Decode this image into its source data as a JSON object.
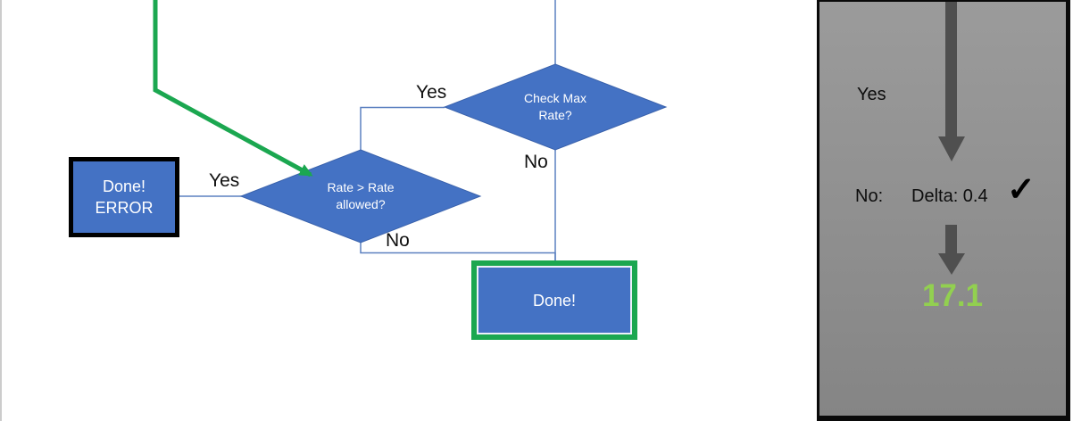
{
  "colors": {
    "accent_blue": "#4472C4",
    "diamond_border": "#3A62AC",
    "connector_blue": "#5B80C0",
    "green": "#1BA750",
    "result_green": "#92D050",
    "arrow_gray": "#4F4F4F",
    "panel_gray_top": "#9B9B9B",
    "panel_gray_bottom": "#858585",
    "black": "#0A0A0A"
  },
  "flowchart": {
    "decision_check_max": {
      "lines": [
        "Check Max",
        "Rate?"
      ]
    },
    "decision_rate": {
      "lines": [
        "Rate > Rate",
        "allowed?"
      ]
    },
    "box_error": {
      "lines": [
        "Done!",
        "ERROR"
      ]
    },
    "box_done": {
      "label": "Done!"
    },
    "labels": {
      "yes_to_error": "Yes",
      "no_from_rate": "No",
      "yes_from_checkmax": "Yes",
      "no_from_checkmax": "No"
    }
  },
  "panel": {
    "yes_label": "Yes",
    "no_label": "No:",
    "delta_text": "Delta: 0.4",
    "check_icon": "✓",
    "result_value": "17.1"
  }
}
